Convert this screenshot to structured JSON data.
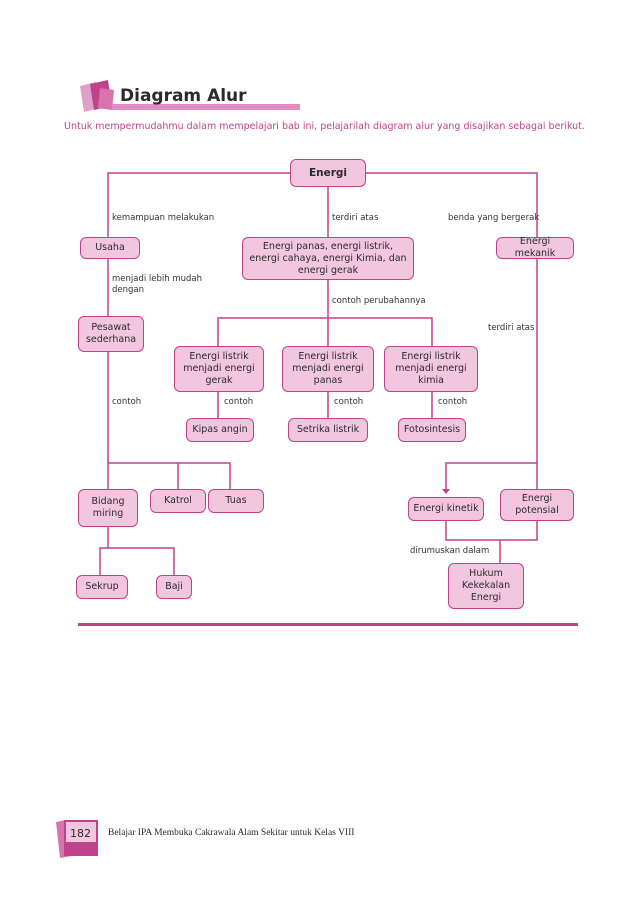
{
  "header": {
    "title": "Diagram Alur"
  },
  "intro": "Untuk mempermudahmu dalam mempelajari bab ini, pelajarilah diagram alur yang disajikan sebagai berikut.",
  "nodes": {
    "energi": "Energi",
    "usaha": "Usaha",
    "energi_forms": "Energi panas, energi listrik, energi cahaya, energi Kimia, dan energi gerak",
    "energi_mekanik": "Energi mekanik",
    "pesawat_sederhana": "Pesawat sederhana",
    "listrik_gerak": "Energi listrik menjadi energi gerak",
    "listrik_panas": "Energi listrik menjadi energi panas",
    "listrik_kimia": "Energi listrik menjadi energi kimia",
    "kipas_angin": "Kipas angin",
    "setrika_listrik": "Setrika listrik",
    "fotosintesis": "Fotosintesis",
    "bidang_miring": "Bidang miring",
    "katrol": "Katrol",
    "tuas": "Tuas",
    "energi_kinetik": "Energi kinetik",
    "energi_potensial": "Energi potensial",
    "sekrup": "Sekrup",
    "baji": "Baji",
    "hukum_kekekalan": "Hukum Kekekalan Energi"
  },
  "labels": {
    "kemampuan": "kemampuan melakukan",
    "terdiri_atas_1": "terdiri atas",
    "benda_bergerak": "benda yang bergerak",
    "menjadi_lebih_mudah": "menjadi lebih mudah dengan",
    "contoh_perubahan": "contoh perubahannya",
    "terdiri_atas_2": "terdiri atas",
    "contoh_1": "contoh",
    "contoh_2": "contoh",
    "contoh_3": "contoh",
    "contoh_4": "contoh",
    "dirumuskan": "dirumuskan dalam"
  },
  "footer": {
    "page_number": "182",
    "book_title": "Belajar IPA Membuka Cakrawala Alam Sekitar untuk Kelas VIII"
  },
  "colors": {
    "accent": "#c0428a",
    "node_fill": "#f2c6df",
    "header_bar": "#e58cc0"
  }
}
